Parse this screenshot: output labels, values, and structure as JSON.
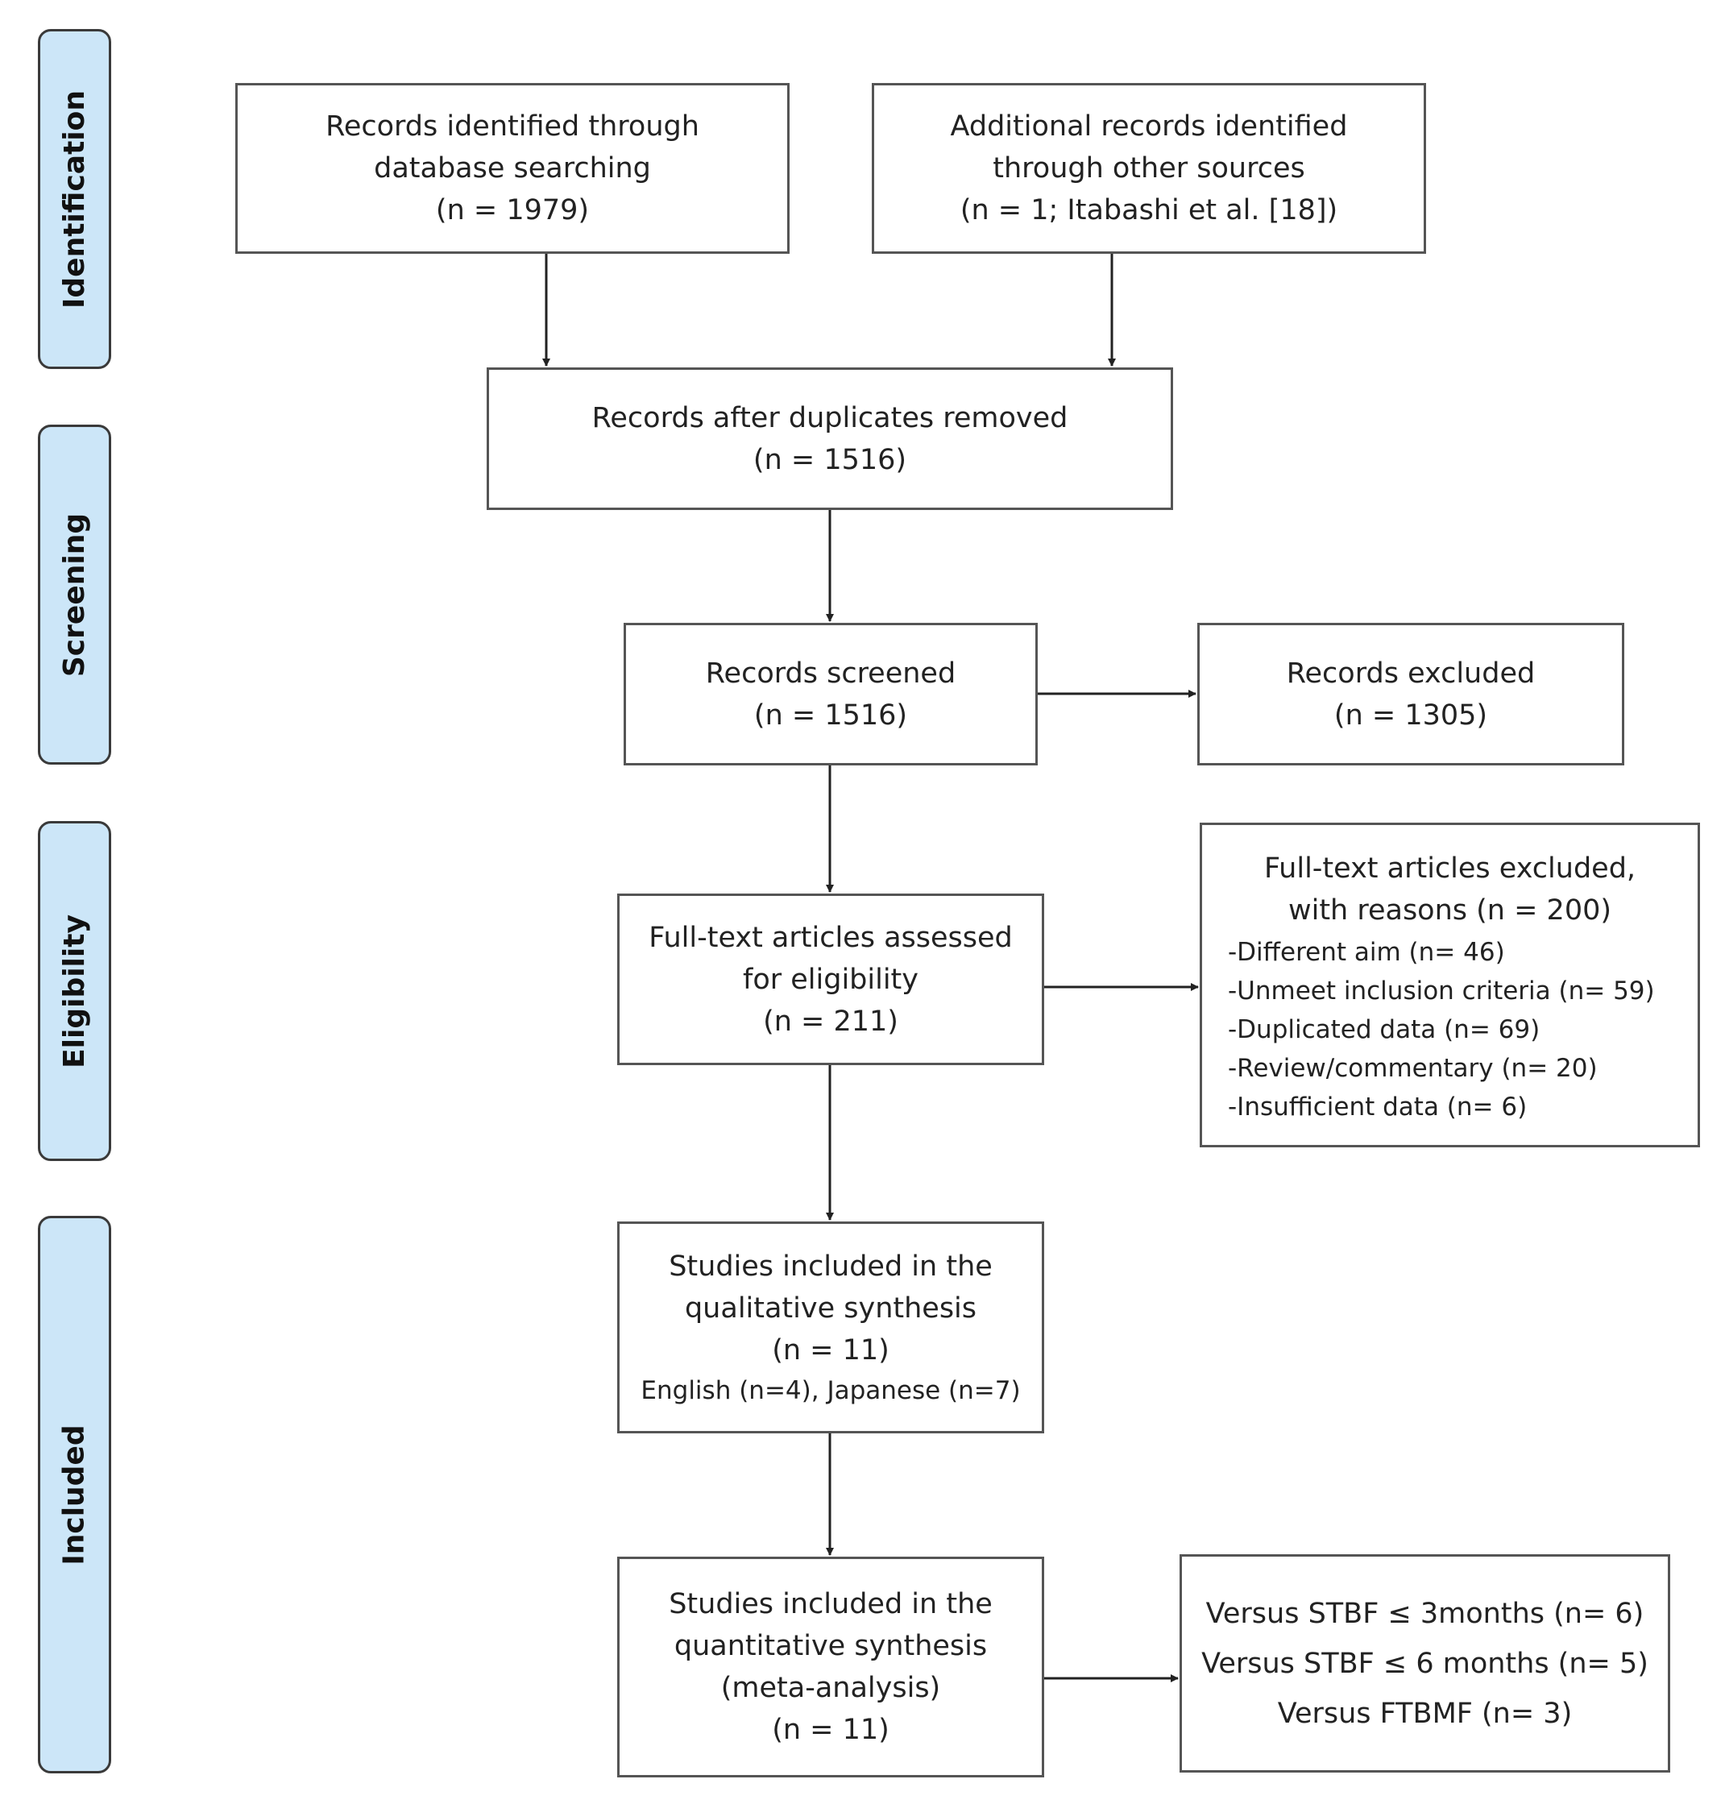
{
  "stages": [
    {
      "id": "identification",
      "label": "Identification"
    },
    {
      "id": "screening",
      "label": "Screening"
    },
    {
      "id": "eligibility",
      "label": "Eligibility"
    },
    {
      "id": "included",
      "label": "Included"
    }
  ],
  "boxes": {
    "database_records": {
      "lines": [
        "Records identified through",
        "database searching",
        "(n = 1979)"
      ],
      "count": 1979
    },
    "additional_records": {
      "lines": [
        "Additional records identified",
        "through other sources",
        "(n = 1; Itabashi et al. [18])"
      ],
      "count": 1
    },
    "after_duplicates": {
      "lines": [
        "Records after duplicates removed",
        "(n = 1516)"
      ],
      "count": 1516
    },
    "screened": {
      "lines": [
        "Records screened",
        "(n = 1516)"
      ],
      "count": 1516
    },
    "excluded": {
      "lines": [
        "Records excluded",
        "(n = 1305)"
      ],
      "count": 1305
    },
    "fulltext_assessed": {
      "lines": [
        "Full-text articles assessed",
        "for eligibility",
        "(n = 211)"
      ],
      "count": 211
    },
    "fulltext_excluded": {
      "lines": [
        "Full-text articles excluded,",
        "with reasons (n = 200)"
      ],
      "count": 200,
      "reasons": [
        "-Different aim (n= 46)",
        "-Unmeet inclusion criteria (n= 59)",
        "-Duplicated data (n= 69)",
        "-Review/commentary (n= 20)",
        "-Insufficient data (n= 6)"
      ]
    },
    "qualitative": {
      "lines": [
        "Studies included in the",
        "qualitative synthesis",
        "(n = 11)"
      ],
      "note": "English (n=4), Japanese (n=7)",
      "count": 11
    },
    "quantitative": {
      "lines": [
        "Studies included in the",
        "quantitative synthesis",
        "(meta-analysis)",
        "(n = 11)"
      ],
      "count": 11
    },
    "comparisons": {
      "lines": [
        "Versus STBF ≤ 3months (n= 6)",
        "Versus STBF ≤ 6 months (n= 5)",
        "Versus FTBMF (n= 3)"
      ]
    }
  },
  "colors": {
    "stage_fill": "#cce6f8",
    "stage_border": "#3a3a3a",
    "box_border": "#555555",
    "arrow": "#222222"
  }
}
